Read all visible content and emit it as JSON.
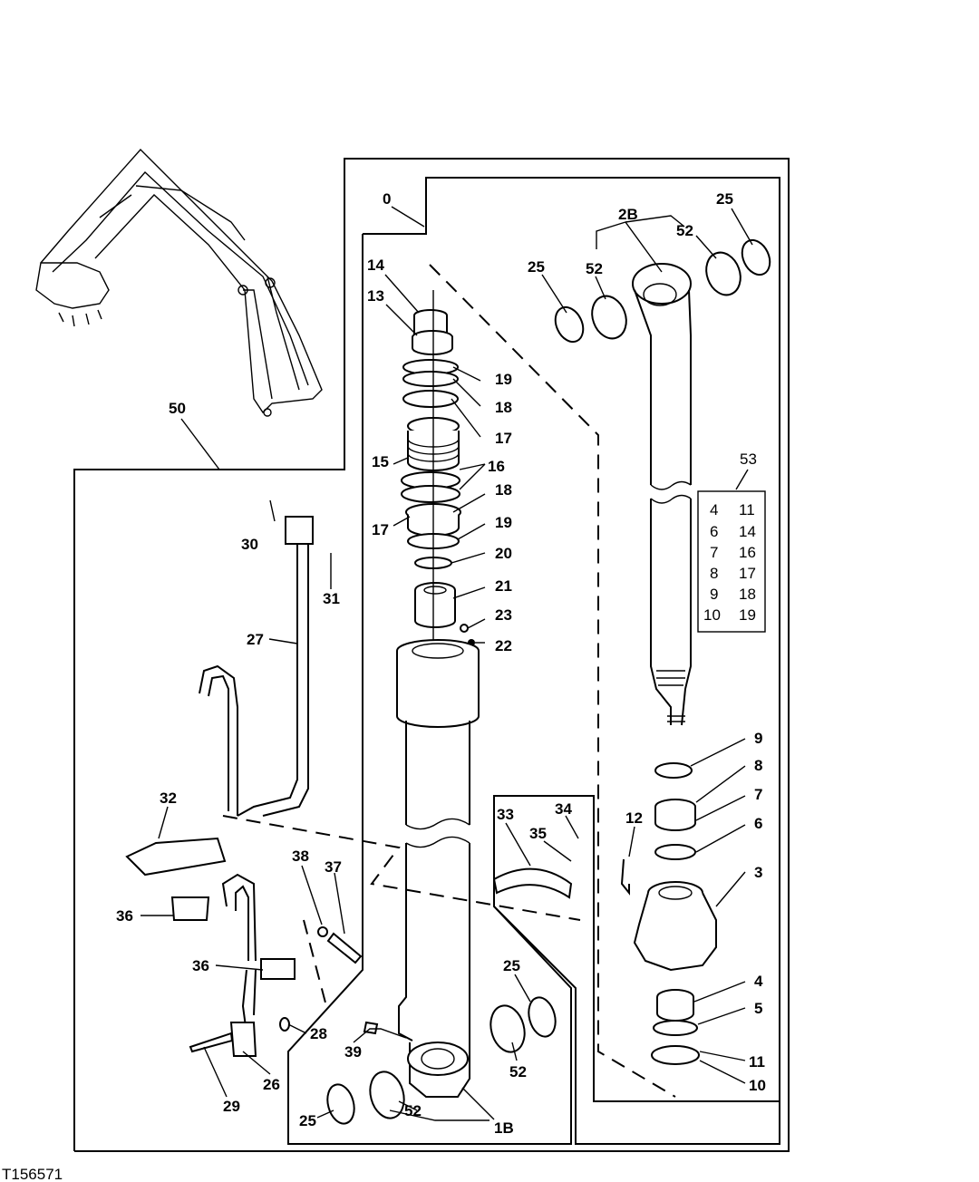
{
  "figure_id": "T156571",
  "callouts": {
    "c0": "0",
    "c50": "50",
    "c53": "53",
    "c14": "14",
    "c13": "13",
    "c19a": "19",
    "c18a": "18",
    "c17a": "17",
    "c15": "15",
    "c16": "16",
    "c17b": "17",
    "c18b": "18",
    "c19b": "19",
    "c20": "20",
    "c21": "21",
    "c23": "23",
    "c22": "22",
    "c2B": "2B",
    "c25a": "25",
    "c25b": "25",
    "c52a": "52",
    "c52b": "52",
    "c30": "30",
    "c31": "31",
    "c27": "27",
    "c32": "32",
    "c36a": "36",
    "c36b": "36",
    "c38": "38",
    "c37": "37",
    "c28": "28",
    "c29": "29",
    "c26": "26",
    "c39": "39",
    "c33": "33",
    "c34": "34",
    "c35": "35",
    "c25c": "25",
    "c25d": "25",
    "c52c": "52",
    "c52d": "52",
    "c1B": "1B",
    "c9": "9",
    "c8": "8",
    "c7": "7",
    "c6": "6",
    "c12": "12",
    "c3": "3",
    "c4": "4",
    "c5": "5",
    "c11": "11",
    "c10": "10"
  },
  "kit_table": {
    "rows": [
      [
        "4",
        "11"
      ],
      [
        "6",
        "14"
      ],
      [
        "7",
        "16"
      ],
      [
        "8",
        "17"
      ],
      [
        "9",
        "18"
      ],
      [
        "10",
        "19"
      ]
    ]
  }
}
